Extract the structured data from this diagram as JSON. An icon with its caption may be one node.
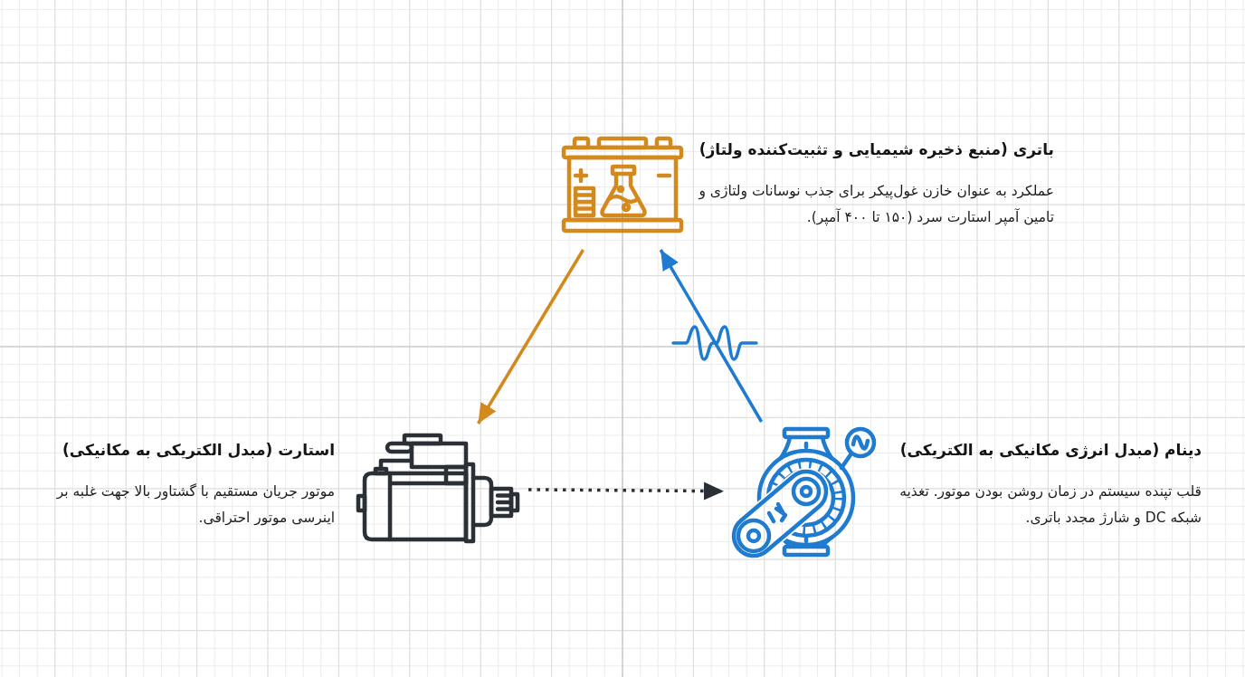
{
  "diagram": {
    "nodes": [
      {
        "text": [
          "باتری (منبع ذخیره شیمیایی و تثبیت‌کننده ولتاژ)",
          "عملکرد به عنوان خازن غول‌پیکر برای جذب نوسانات ولتاژی و تامین آمپر استارت سرد (۱۵۰ تا ۴۰۰ آمپر)."
        ]
      },
      {
        "text": [
          "استارت (مبدل الکتریکی به مکانیکی)",
          "موتور جریان مستقیم با گشتاور بالا جهت غلبه بر اینرسی موتور احتراقی."
        ]
      },
      {
        "text": [
          "دینام (مبدل انرژی مکانیکی به الکتریکی)",
          "قلب تپنده سیستم در زمان روشن بودن موتور. تغذیه شبکه DC و شارژ مجدد باتری."
        ]
      }
    ],
    "edges": [
      {
        "from": 0,
        "to": 1,
        "arrow": "to",
        "color": "#d4891c"
      },
      {
        "from": 1,
        "to": 2,
        "arrow": "to",
        "style": "dashed",
        "color": "#2b2f36"
      },
      {
        "from": 2,
        "to": 0,
        "arrow": "to",
        "color": "#1f7bd0"
      }
    ]
  }
}
